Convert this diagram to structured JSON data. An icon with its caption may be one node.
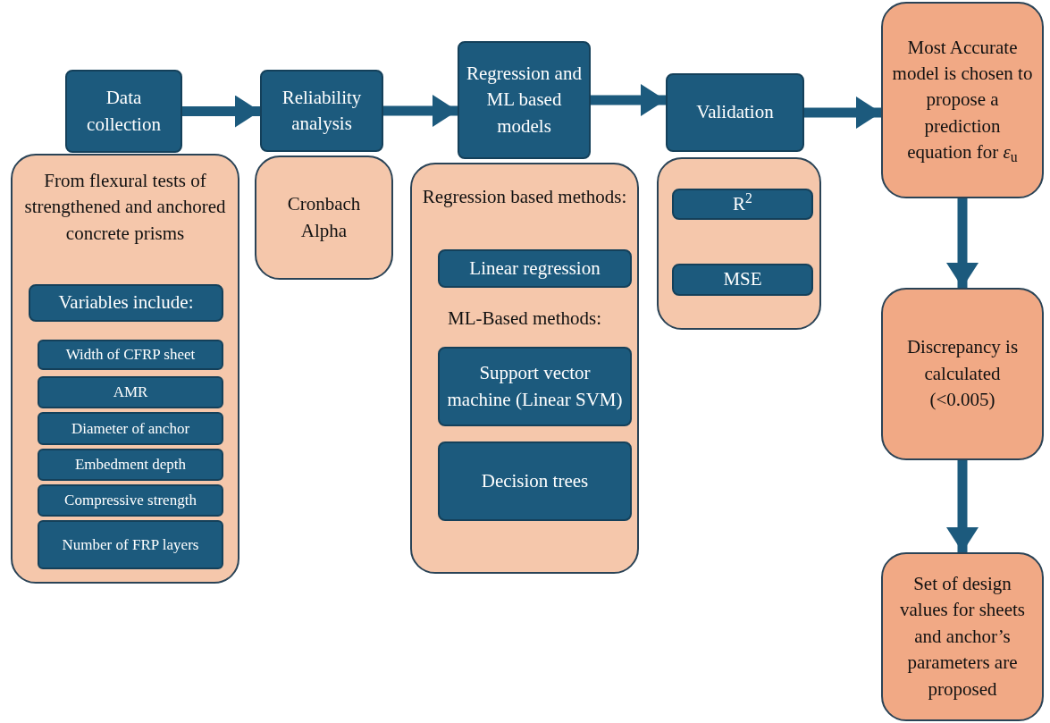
{
  "diagram": {
    "nodes": [
      {
        "text": [
          "Data collection"
        ]
      },
      {
        "text": [
          "From flexural tests of strengthened and anchored concrete prisms"
        ]
      },
      {
        "text": [
          "Variables include:"
        ],
        "in": 1
      },
      {
        "text": [
          "Width of CFRP sheet"
        ],
        "in": 1
      },
      {
        "text": [
          "AMR"
        ],
        "in": 1
      },
      {
        "text": [
          "Diameter of anchor"
        ],
        "in": 1
      },
      {
        "text": [
          "Embedment depth"
        ],
        "in": 1
      },
      {
        "text": [
          "Compressive strength"
        ],
        "in": 1
      },
      {
        "text": [
          "Number of FRP layers"
        ],
        "in": 1
      },
      {
        "text": [
          "Reliability analysis"
        ]
      },
      {
        "text": [
          "Cronbach Alpha"
        ]
      },
      {
        "text": [
          "Regression and ML based models"
        ]
      },
      {
        "text": [
          "Regression based methods:",
          "ML-Based methods:"
        ]
      },
      {
        "text": [
          "Linear regression"
        ],
        "in": 12
      },
      {
        "text": [
          "Support vector machine (Linear SVM)"
        ],
        "in": 12
      },
      {
        "text": [
          "Decision trees"
        ],
        "in": 12
      },
      {
        "text": [
          "Validation"
        ]
      },
      {
        "text": [],
        "shape": "box"
      },
      {
        "text": [
          "R$^{2}$"
        ],
        "in": 17
      },
      {
        "text": [
          "MSE"
        ],
        "in": 17
      },
      {
        "text": [
          "Most Accurate model is chosen to propose a prediction equation for *ε*$_{u}$"
        ]
      },
      {
        "text": [
          "Discrepancy is calculated (<0.005)"
        ]
      },
      {
        "text": [
          "Set of design values for sheets and anchor’s parameters are proposed"
        ]
      }
    ],
    "edges": [
      {
        "from": 0,
        "to": 9,
        "arrow": "to"
      },
      {
        "from": 9,
        "to": 11,
        "arrow": "to"
      },
      {
        "from": 11,
        "to": 16,
        "arrow": "to"
      },
      {
        "from": 16,
        "to": 20,
        "arrow": "to"
      },
      {
        "from": 20,
        "to": 21,
        "arrow": "to"
      },
      {
        "from": 21,
        "to": 22,
        "arrow": "to"
      }
    ]
  }
}
